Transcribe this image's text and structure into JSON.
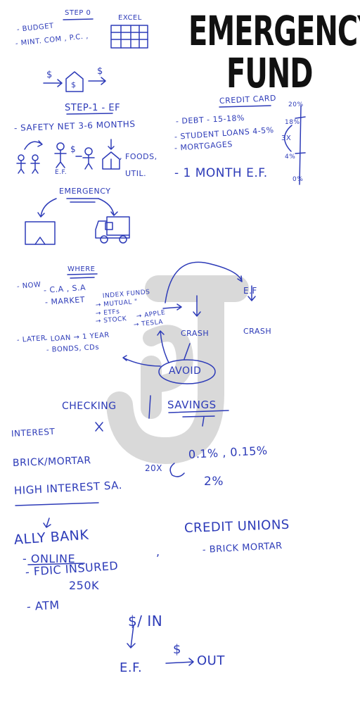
{
  "title": {
    "line1": "EMERGENCY",
    "line2": "FUND"
  },
  "step0": {
    "heading": "STEP 0",
    "budget": "- BUDGET",
    "mint": "- MINT. COM , P.C. ,",
    "excel": "EXCEL",
    "dollar_in": "$",
    "dollar_out": "$"
  },
  "step1": {
    "heading": "STEP-1 - EF",
    "safety_net": "- SAFETY NET  3-6 MONTHS",
    "ef_label": "E.F.",
    "dollar": "$",
    "foods": ", FOODS,",
    "util": "UTIL.",
    "emergency": "EMERGENCY"
  },
  "credit_card": {
    "heading": "CREDIT CARD",
    "debt": "- DEBT - 15-18%",
    "student": "- STUDENT LOANS  4-5%",
    "mortgages": "- MORTGAGES",
    "month_ef": "- 1 MONTH  E.F.",
    "scale_top": "20%",
    "scale_18": "18%",
    "scale_3x": "3X",
    "scale_4": "4%",
    "scale_0": "0%"
  },
  "where": {
    "heading": "WHERE",
    "now": "- NOW",
    "ca_sa": "- C.A , S.A",
    "market": "- MARKET",
    "index": "INDEX FUNDS",
    "mutual": "→ MUTUAL \"",
    "etfs": "→ ETFs",
    "stock": "→ STOCK",
    "apple": "→ APPLE",
    "tesla": "→ TESLA",
    "crash": "CRASH",
    "ef": "E.F",
    "crash2": "CRASH",
    "later": "- LATER",
    "loan": "- LOAN → 1 YEAR",
    "bonds": "- BONDS, CDs",
    "avoid": "AVOID"
  },
  "accounts": {
    "checking": "CHECKING",
    "savings": "SAVINGS",
    "interest": "INTEREST",
    "brick": "BRICK/MORTAR",
    "rates": "0.1% , 0.15%",
    "twenty_x": "20X",
    "two_pct": "2%",
    "high_interest": "HIGH INTEREST SA.",
    "ally": "ALLY BANK",
    "online": "- ONLINE",
    "fdic": "- FDIC INSURED",
    "limit": "250K",
    "atm": "- ATM",
    "comma": ",",
    "credit_unions": "CREDIT UNIONS",
    "brick2": "- BRICK MORTAR"
  },
  "flow": {
    "dollar_in": "$/ IN",
    "ef": "E.F.",
    "dollar": "$",
    "out": "OUT"
  },
  "colors": {
    "ink": "#2d3bb8",
    "title": "#111111",
    "watermark": "#d6d6d6"
  }
}
